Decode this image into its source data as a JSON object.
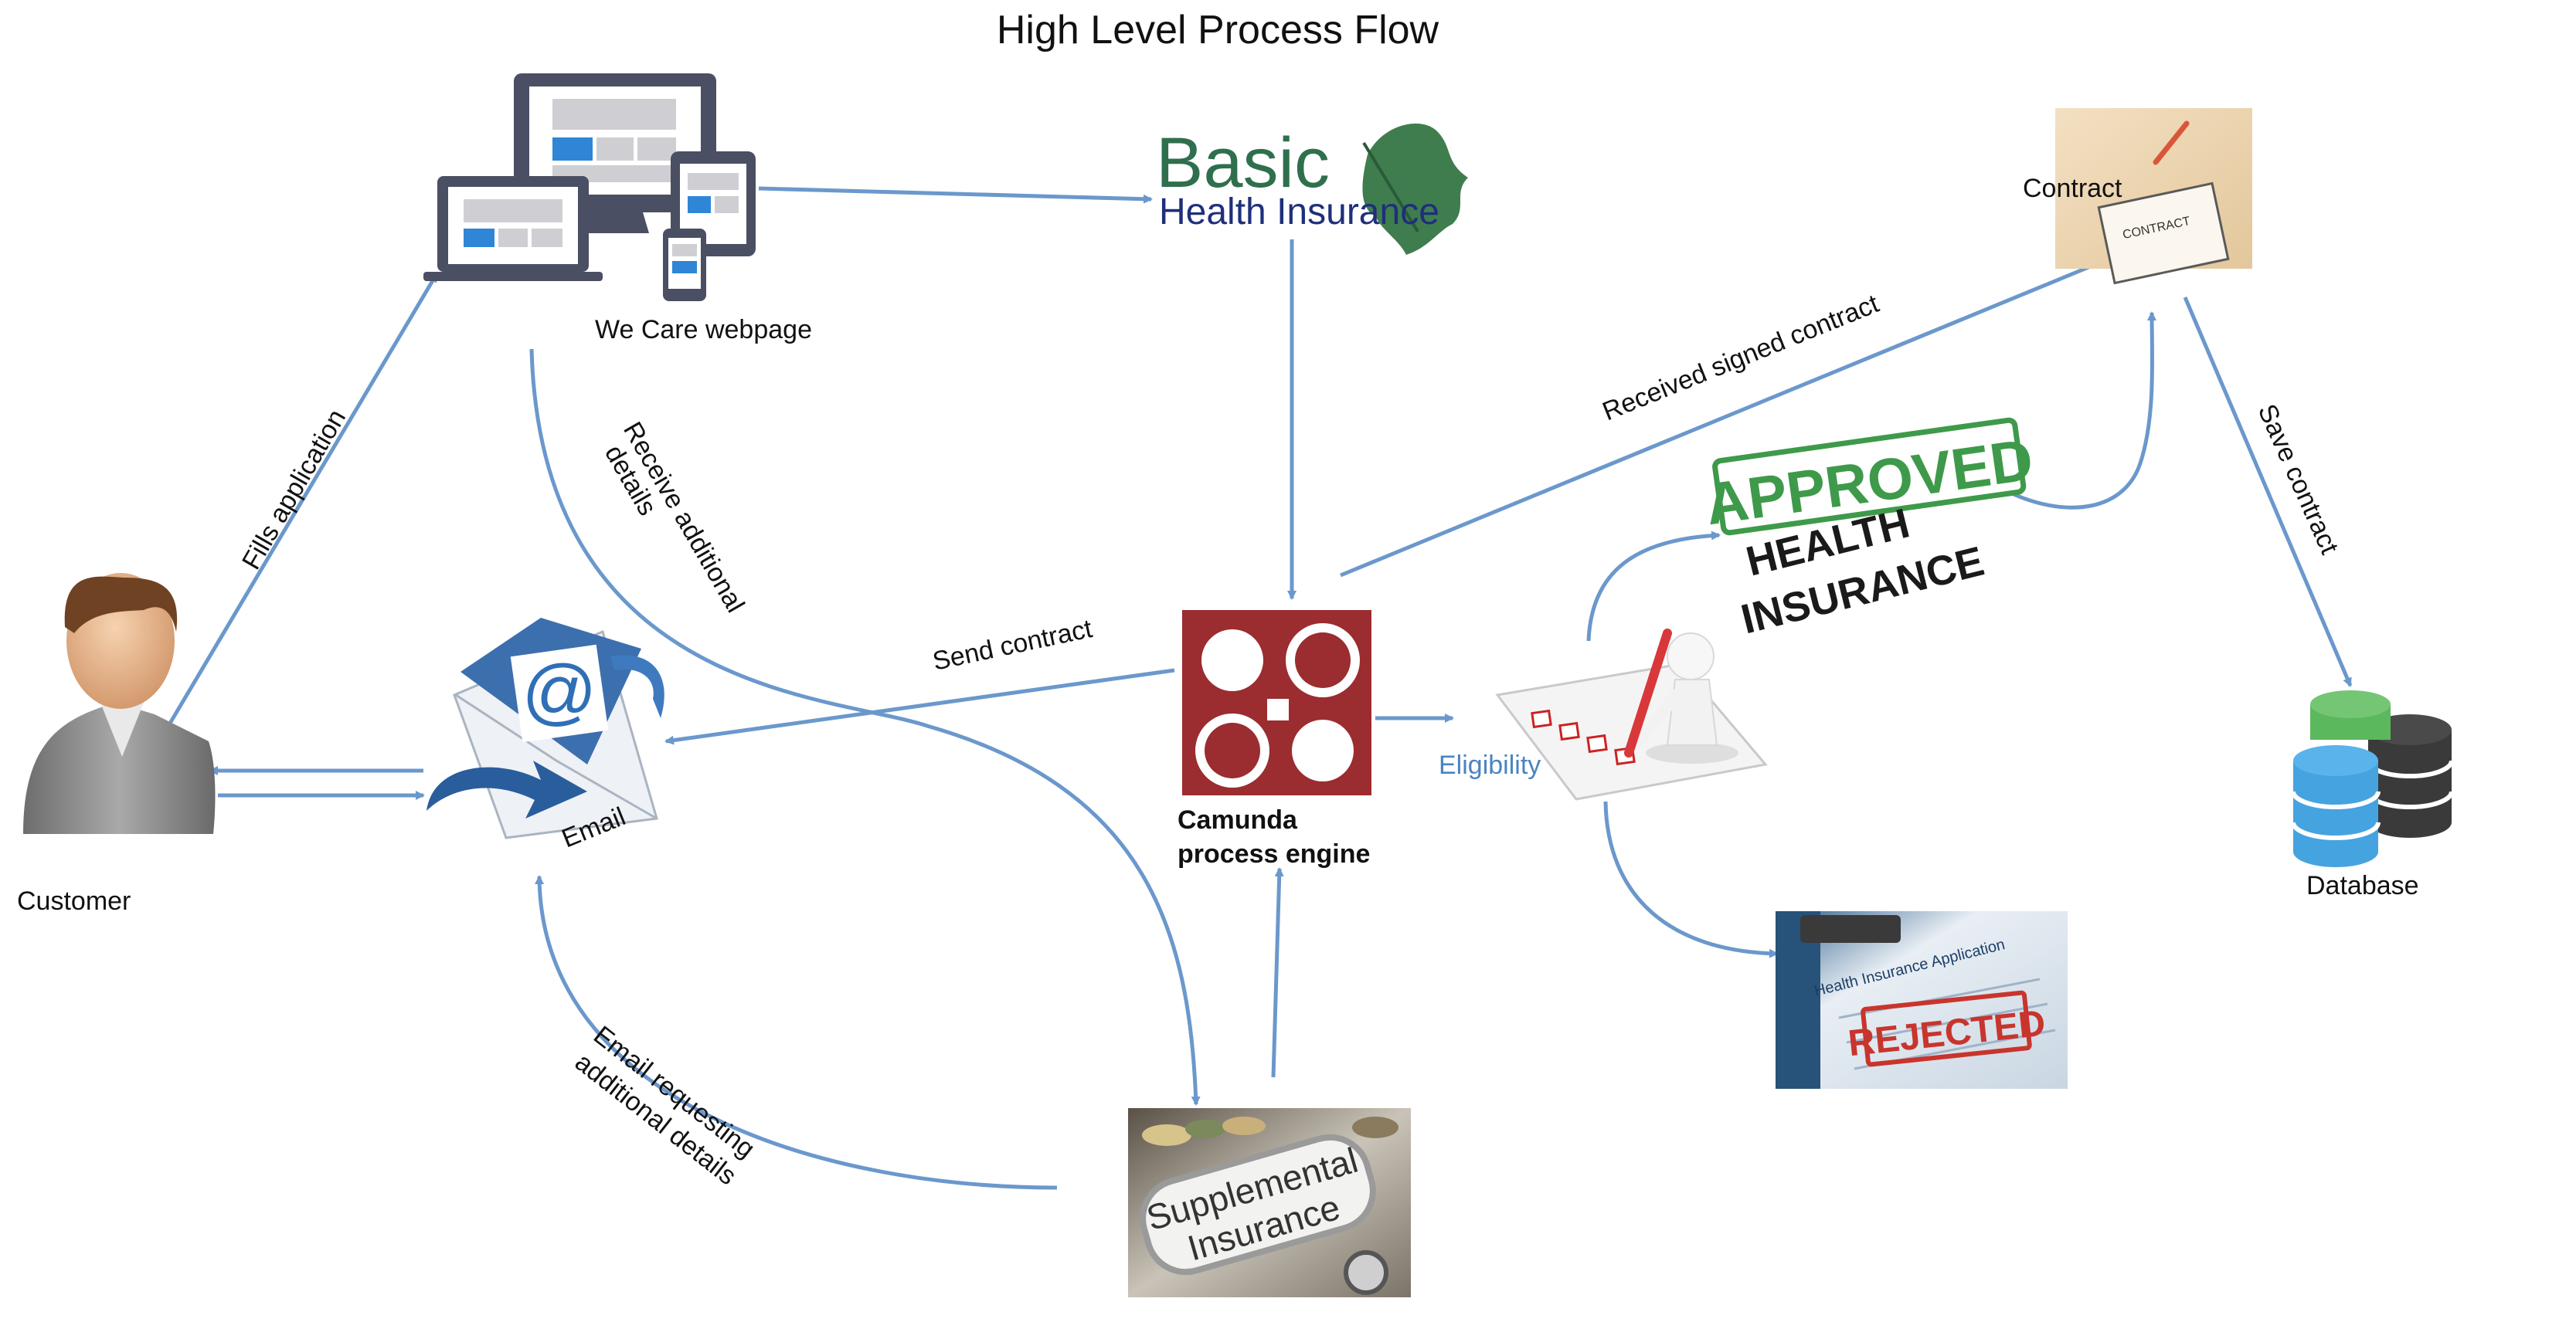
{
  "title": "High Level Process Flow",
  "colors": {
    "arrow": "#6b98cc",
    "camunda": "#9b2c2f",
    "approved_green": "#3e9a4a",
    "rejected_red": "#c8352d",
    "logo_green": "#2f6f4e",
    "logo_navy": "#1f2f7a",
    "db_green": "#5cb85c",
    "db_blue": "#45a3e0",
    "db_dark": "#3a3a3a",
    "device_gray": "#4a4f63",
    "screen_blue": "#2f86d6"
  },
  "nodes": {
    "customer": {
      "label": "Customer",
      "icon": "person-icon"
    },
    "webpage": {
      "label": "We Care webpage",
      "icon": "devices-icon"
    },
    "email": {
      "label": "Email",
      "icon": "envelope-at-icon"
    },
    "basic": {
      "logo_line1": "Basic",
      "logo_line2": "Health Insurance",
      "icon": "leaf-icon"
    },
    "camunda": {
      "line1": "Camunda",
      "line2": "process engine",
      "icon": "gears-icon"
    },
    "eligibility": {
      "label": "Eligibility",
      "icon": "checklist-figure-icon"
    },
    "approved": {
      "stamp": "APPROVED",
      "line1": "HEALTH",
      "line2": "INSURANCE"
    },
    "rejected": {
      "header": "Health Insurance Application",
      "stamp": "REJECTED"
    },
    "supplemental": {
      "line1": "Supplemental",
      "line2": "Insurance"
    },
    "contract": {
      "label": "Contract",
      "paper": "CONTRACT"
    },
    "database": {
      "label": "Database",
      "icon": "database-icon"
    }
  },
  "edges": {
    "fills_application": "Fills application",
    "receive_additional_1": "Receive additional",
    "receive_additional_2": "details",
    "send_contract": "Send contract",
    "received_signed": "Received signed contract",
    "save_contract": "Save contract",
    "email_requesting_1": "Email requesting",
    "email_requesting_2": "additional details"
  }
}
